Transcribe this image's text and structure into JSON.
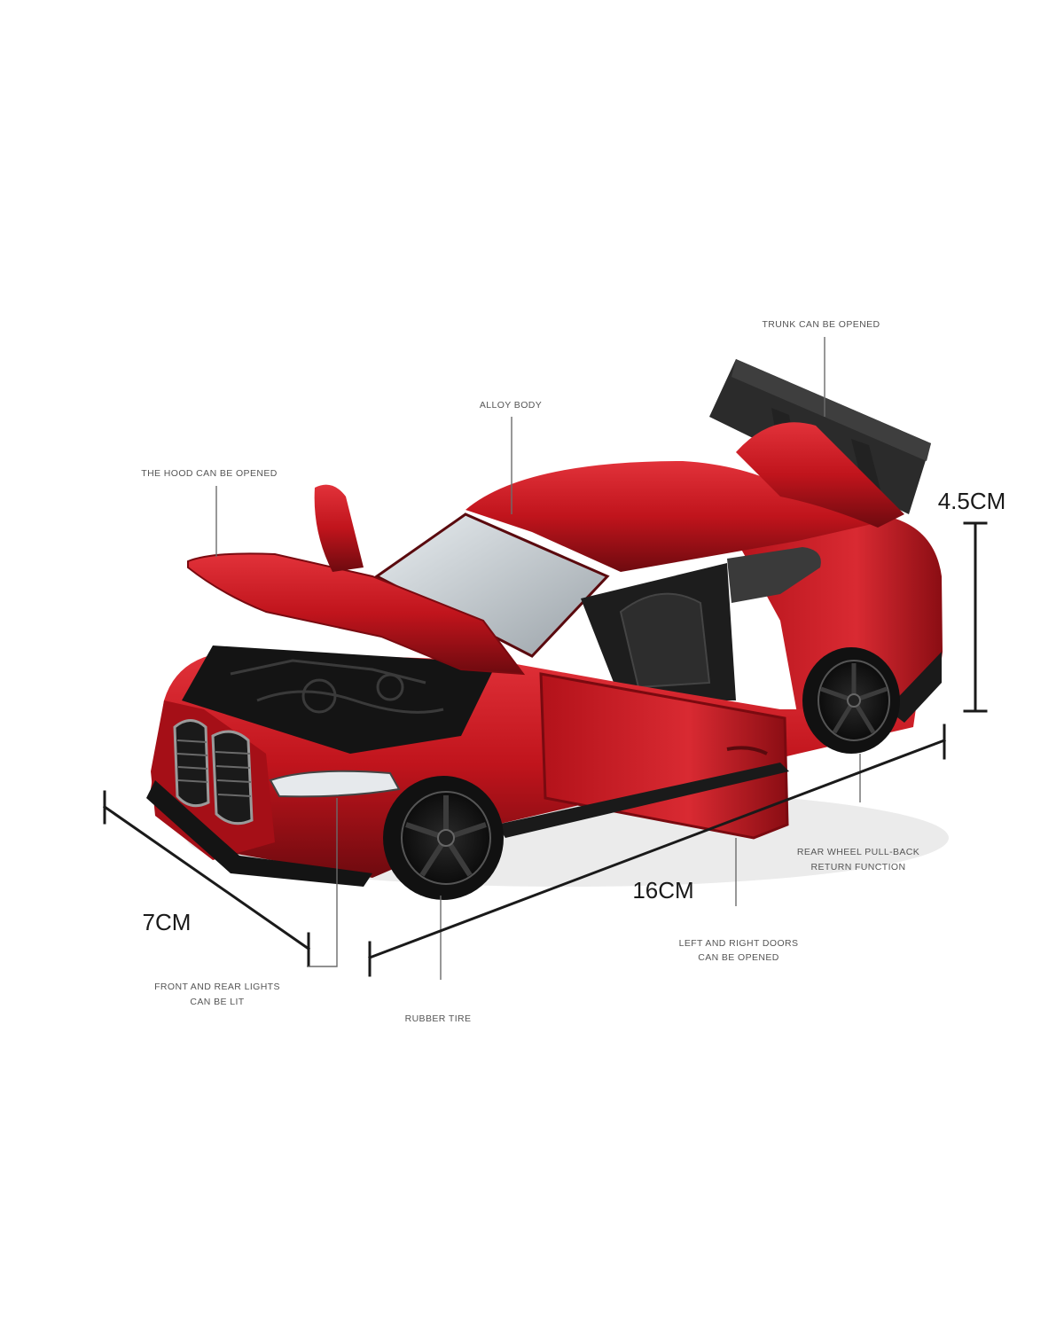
{
  "callouts": {
    "trunk": "TRUNK CAN BE OPENED",
    "alloy_body": "ALLOY BODY",
    "hood": "THE HOOD CAN BE OPENED",
    "rear_wheel_line1": "REAR WHEEL PULL-BACK",
    "rear_wheel_line2": "RETURN FUNCTION",
    "doors_line1": "LEFT AND RIGHT DOORS",
    "doors_line2": "CAN BE OPENED",
    "lights_line1": "FRONT AND REAR LIGHTS",
    "lights_line2": "CAN BE LIT",
    "tire": "RUBBER TIRE"
  },
  "dimensions": {
    "height": "4.5CM",
    "length": "16CM",
    "width": "7CM"
  },
  "colors": {
    "body_red": "#c0141c",
    "body_dark_red": "#7a0a10",
    "spoiler": "#2b2b2b",
    "tire": "#111111"
  }
}
